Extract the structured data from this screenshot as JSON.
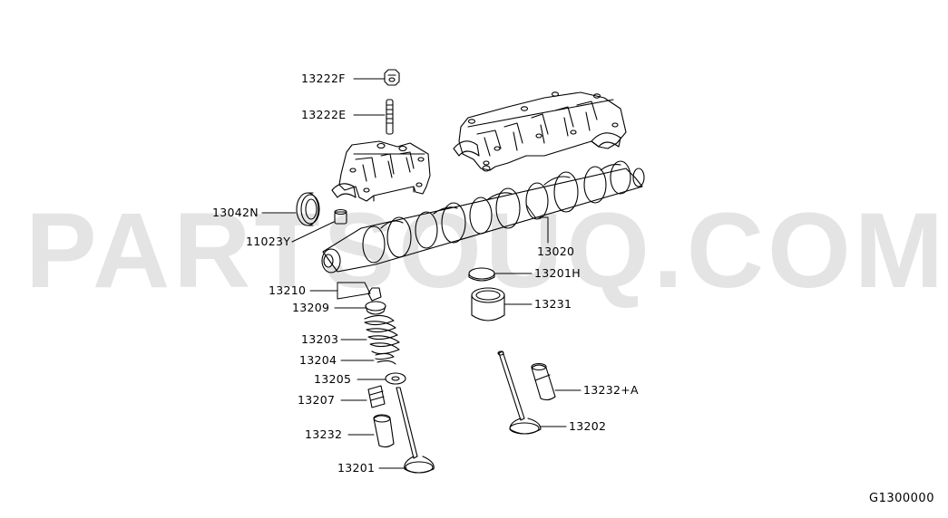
{
  "watermark": "PARTSOUQ.COM",
  "diagram_code": "G1300000",
  "parts": {
    "p13222F": "13222F",
    "p13222E": "13222E",
    "p13042N": "13042N",
    "p11023Y": "11023Y",
    "p13210": "13210",
    "p13209": "13209",
    "p13203": "13203",
    "p13204": "13204",
    "p13205": "13205",
    "p13207": "13207",
    "p13232": "13232",
    "p13201": "13201",
    "p13020": "13020",
    "p13201H": "13201H",
    "p13231": "13231",
    "p13232A": "13232+A",
    "p13202": "13202"
  }
}
